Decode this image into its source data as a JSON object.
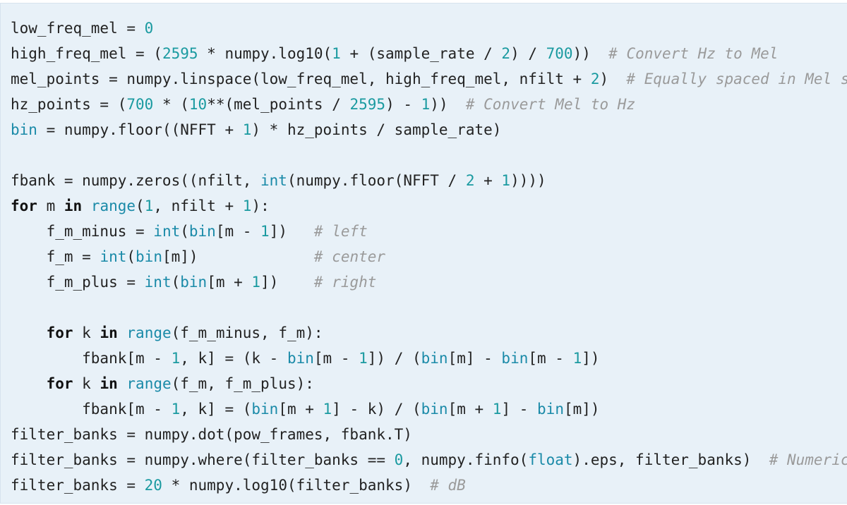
{
  "code_block": {
    "language": "python",
    "colors": {
      "background": "#e8f1f8",
      "number": "#1a9aa0",
      "builtin": "#1a8aa8",
      "comment": "#9a9a9a",
      "text": "#222222"
    },
    "lines": [
      [
        {
          "t": "low_freq_mel = "
        },
        {
          "t": "0",
          "c": "num"
        }
      ],
      [
        {
          "t": "high_freq_mel = ("
        },
        {
          "t": "2595",
          "c": "num"
        },
        {
          "t": " * numpy.log10("
        },
        {
          "t": "1",
          "c": "num"
        },
        {
          "t": " + (sample_rate / "
        },
        {
          "t": "2",
          "c": "num"
        },
        {
          "t": ") / "
        },
        {
          "t": "700",
          "c": "num"
        },
        {
          "t": "))  "
        },
        {
          "t": "# Convert Hz to Mel",
          "c": "cm"
        }
      ],
      [
        {
          "t": "mel_points = numpy.linspace(low_freq_mel, high_freq_mel, nfilt + "
        },
        {
          "t": "2",
          "c": "num"
        },
        {
          "t": ")  "
        },
        {
          "t": "# Equally spaced in Mel scale",
          "c": "cm"
        }
      ],
      [
        {
          "t": "hz_points = ("
        },
        {
          "t": "700",
          "c": "num"
        },
        {
          "t": " * ("
        },
        {
          "t": "10",
          "c": "num"
        },
        {
          "t": "**(mel_points / "
        },
        {
          "t": "2595",
          "c": "num"
        },
        {
          "t": ") - "
        },
        {
          "t": "1",
          "c": "num"
        },
        {
          "t": "))  "
        },
        {
          "t": "# Convert Mel to Hz",
          "c": "cm"
        }
      ],
      [
        {
          "t": "bin",
          "c": "bi"
        },
        {
          "t": " = numpy.floor((NFFT + "
        },
        {
          "t": "1",
          "c": "num"
        },
        {
          "t": ") * hz_points / sample_rate)"
        }
      ],
      [],
      [
        {
          "t": "fbank = numpy.zeros((nfilt, "
        },
        {
          "t": "int",
          "c": "bi"
        },
        {
          "t": "(numpy.floor(NFFT / "
        },
        {
          "t": "2",
          "c": "num"
        },
        {
          "t": " + "
        },
        {
          "t": "1",
          "c": "num"
        },
        {
          "t": "))))"
        }
      ],
      [
        {
          "t": "for",
          "c": "kw"
        },
        {
          "t": " m "
        },
        {
          "t": "in",
          "c": "kw"
        },
        {
          "t": " "
        },
        {
          "t": "range",
          "c": "bi"
        },
        {
          "t": "("
        },
        {
          "t": "1",
          "c": "num"
        },
        {
          "t": ", nfilt + "
        },
        {
          "t": "1",
          "c": "num"
        },
        {
          "t": "):"
        }
      ],
      [
        {
          "t": "    f_m_minus = "
        },
        {
          "t": "int",
          "c": "bi"
        },
        {
          "t": "("
        },
        {
          "t": "bin",
          "c": "bi"
        },
        {
          "t": "[m - "
        },
        {
          "t": "1",
          "c": "num"
        },
        {
          "t": "])   "
        },
        {
          "t": "# left",
          "c": "cm"
        }
      ],
      [
        {
          "t": "    f_m = "
        },
        {
          "t": "int",
          "c": "bi"
        },
        {
          "t": "("
        },
        {
          "t": "bin",
          "c": "bi"
        },
        {
          "t": "[m])             "
        },
        {
          "t": "# center",
          "c": "cm"
        }
      ],
      [
        {
          "t": "    f_m_plus = "
        },
        {
          "t": "int",
          "c": "bi"
        },
        {
          "t": "("
        },
        {
          "t": "bin",
          "c": "bi"
        },
        {
          "t": "[m + "
        },
        {
          "t": "1",
          "c": "num"
        },
        {
          "t": "])    "
        },
        {
          "t": "# right",
          "c": "cm"
        }
      ],
      [],
      [
        {
          "t": "    "
        },
        {
          "t": "for",
          "c": "kw"
        },
        {
          "t": " k "
        },
        {
          "t": "in",
          "c": "kw"
        },
        {
          "t": " "
        },
        {
          "t": "range",
          "c": "bi"
        },
        {
          "t": "(f_m_minus, f_m):"
        }
      ],
      [
        {
          "t": "        fbank[m - "
        },
        {
          "t": "1",
          "c": "num"
        },
        {
          "t": ", k] = (k - "
        },
        {
          "t": "bin",
          "c": "bi"
        },
        {
          "t": "[m - "
        },
        {
          "t": "1",
          "c": "num"
        },
        {
          "t": "]) / ("
        },
        {
          "t": "bin",
          "c": "bi"
        },
        {
          "t": "[m] - "
        },
        {
          "t": "bin",
          "c": "bi"
        },
        {
          "t": "[m - "
        },
        {
          "t": "1",
          "c": "num"
        },
        {
          "t": "])"
        }
      ],
      [
        {
          "t": "    "
        },
        {
          "t": "for",
          "c": "kw"
        },
        {
          "t": " k "
        },
        {
          "t": "in",
          "c": "kw"
        },
        {
          "t": " "
        },
        {
          "t": "range",
          "c": "bi"
        },
        {
          "t": "(f_m, f_m_plus):"
        }
      ],
      [
        {
          "t": "        fbank[m - "
        },
        {
          "t": "1",
          "c": "num"
        },
        {
          "t": ", k] = ("
        },
        {
          "t": "bin",
          "c": "bi"
        },
        {
          "t": "[m + "
        },
        {
          "t": "1",
          "c": "num"
        },
        {
          "t": "] - k) / ("
        },
        {
          "t": "bin",
          "c": "bi"
        },
        {
          "t": "[m + "
        },
        {
          "t": "1",
          "c": "num"
        },
        {
          "t": "] - "
        },
        {
          "t": "bin",
          "c": "bi"
        },
        {
          "t": "[m])"
        }
      ],
      [
        {
          "t": "filter_banks = numpy.dot(pow_frames, fbank.T)"
        }
      ],
      [
        {
          "t": "filter_banks = numpy.where(filter_banks == "
        },
        {
          "t": "0",
          "c": "num"
        },
        {
          "t": ", numpy.finfo("
        },
        {
          "t": "float",
          "c": "bi"
        },
        {
          "t": ").eps, filter_banks)  "
        },
        {
          "t": "# Numerical Stability",
          "c": "cm"
        }
      ],
      [
        {
          "t": "filter_banks = "
        },
        {
          "t": "20",
          "c": "num"
        },
        {
          "t": " * numpy.log10(filter_banks)  "
        },
        {
          "t": "# dB",
          "c": "cm"
        }
      ]
    ]
  }
}
